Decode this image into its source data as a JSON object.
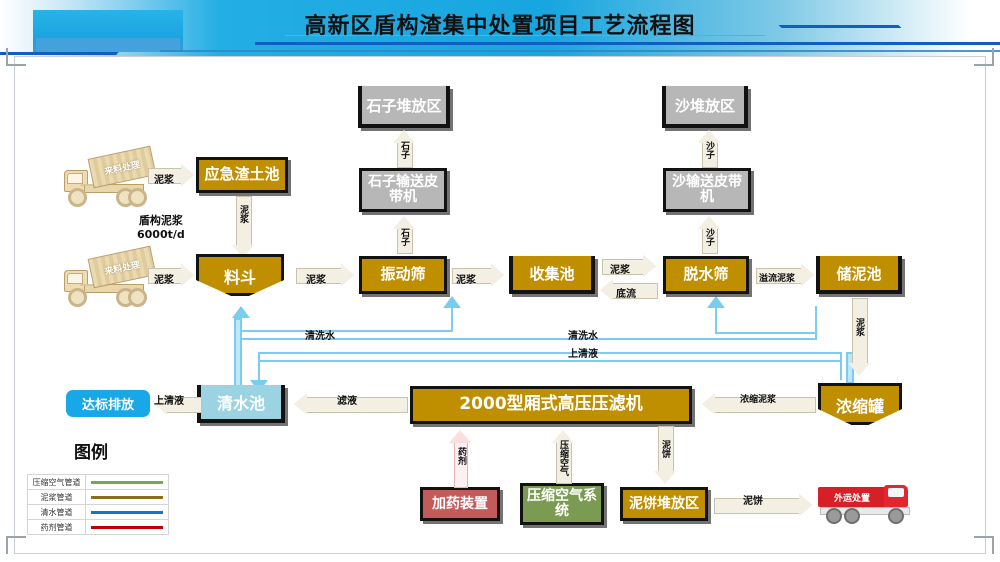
{
  "header": {
    "title": "高新区盾构渣集中处置项目工艺流程图"
  },
  "diagram": {
    "type": "process-flow",
    "nodes": [
      {
        "id": "truck1",
        "label": "来料处理",
        "kind": "truck-yellow"
      },
      {
        "id": "truck2",
        "label": "来料处理",
        "kind": "truck-yellow"
      },
      {
        "id": "emergency",
        "label": "应急渣土池",
        "kind": "tank-gold"
      },
      {
        "id": "hopper",
        "label": "料斗",
        "kind": "funnel-gold"
      },
      {
        "id": "vibscreen",
        "label": "振动筛",
        "kind": "box-gold"
      },
      {
        "id": "collectpool",
        "label": "收集池",
        "kind": "tank-gold"
      },
      {
        "id": "dewater",
        "label": "脱水筛",
        "kind": "box-gold"
      },
      {
        "id": "mudpool",
        "label": "储泥池",
        "kind": "tank-gold"
      },
      {
        "id": "stoneyard",
        "label": "石子堆放区",
        "kind": "tank-gray"
      },
      {
        "id": "stonebelt",
        "label": "石子输送皮带机",
        "kind": "box-gray"
      },
      {
        "id": "sandyard",
        "label": "沙堆放区",
        "kind": "tank-gray"
      },
      {
        "id": "sandbelt",
        "label": "沙输送皮带机",
        "kind": "box-gray"
      },
      {
        "id": "clearpool",
        "label": "清水池",
        "kind": "tank-lightblue"
      },
      {
        "id": "discharge",
        "label": "达标排放",
        "kind": "pill-blue"
      },
      {
        "id": "filterpress",
        "label": "2000型厢式高压压滤机",
        "kind": "box-gold"
      },
      {
        "id": "thickener",
        "label": "浓缩罐",
        "kind": "funnel-gold"
      },
      {
        "id": "dosing",
        "label": "加药装置",
        "kind": "box-red"
      },
      {
        "id": "airsystem",
        "label": "压缩空气系统",
        "kind": "box-green"
      },
      {
        "id": "cakeyard",
        "label": "泥饼堆放区",
        "kind": "box-gold"
      },
      {
        "id": "outtruck",
        "label": "外运处置",
        "kind": "truck-red"
      }
    ],
    "annotations": {
      "feed_rate": "盾构泥浆\n6000t/d",
      "feed_rate_line1": "盾构泥浆",
      "feed_rate_line2": "6000t/d"
    },
    "edges": [
      {
        "from": "truck1",
        "to": "emergency",
        "label": "泥浆",
        "pipe": "slurry"
      },
      {
        "from": "truck2",
        "to": "hopper",
        "label": "泥浆",
        "pipe": "slurry"
      },
      {
        "from": "emergency",
        "to": "hopper",
        "label": "泥浆",
        "pipe": "slurry"
      },
      {
        "from": "hopper",
        "to": "vibscreen",
        "label": "泥浆",
        "pipe": "slurry"
      },
      {
        "from": "vibscreen",
        "to": "stonebelt",
        "label": "石子",
        "pipe": "solid"
      },
      {
        "from": "stonebelt",
        "to": "stoneyard",
        "label": "石子",
        "pipe": "solid"
      },
      {
        "from": "vibscreen",
        "to": "collectpool",
        "label": "泥浆",
        "pipe": "slurry"
      },
      {
        "from": "collectpool",
        "to": "dewater",
        "label": "泥浆",
        "pipe": "slurry"
      },
      {
        "from": "dewater",
        "to": "collectpool",
        "label": "底流",
        "pipe": "slurry"
      },
      {
        "from": "dewater",
        "to": "sandbelt",
        "label": "沙子",
        "pipe": "solid"
      },
      {
        "from": "sandbelt",
        "to": "sandyard",
        "label": "沙子",
        "pipe": "solid"
      },
      {
        "from": "dewater",
        "to": "mudpool",
        "label": "溢流泥浆",
        "pipe": "slurry"
      },
      {
        "from": "mudpool",
        "to": "thickener",
        "label": "泥浆",
        "pipe": "slurry"
      },
      {
        "from": "thickener",
        "to": "filterpress",
        "label": "浓缩泥浆",
        "pipe": "slurry"
      },
      {
        "from": "filterpress",
        "to": "clearpool",
        "label": "滤液",
        "pipe": "water"
      },
      {
        "from": "clearpool",
        "to": "discharge",
        "label": "上清液",
        "pipe": "water"
      },
      {
        "from": "clearpool",
        "to": "hopper",
        "label": "清洗水",
        "pipe": "water"
      },
      {
        "from": "clearpool",
        "to": "vibscreen",
        "label": "清洗水",
        "pipe": "water"
      },
      {
        "from": "clearpool",
        "to": "dewater",
        "label": "清洗水",
        "pipe": "water"
      },
      {
        "from": "thickener",
        "to": "clearpool",
        "label": "上清液",
        "pipe": "water"
      },
      {
        "from": "dosing",
        "to": "filterpress",
        "label": "药剂",
        "pipe": "chemical"
      },
      {
        "from": "airsystem",
        "to": "filterpress",
        "label": "压缩空气",
        "pipe": "air"
      },
      {
        "from": "filterpress",
        "to": "cakeyard",
        "label": "泥饼",
        "pipe": "solid"
      },
      {
        "from": "cakeyard",
        "to": "outtruck",
        "label": "泥饼",
        "pipe": "solid"
      }
    ],
    "edge_labels": {
      "slurry": "泥浆",
      "stone": "石子",
      "sand": "沙子",
      "underflow": "底流",
      "overflow_slurry": "溢流泥浆",
      "thick_slurry": "浓缩泥浆",
      "filtrate": "滤液",
      "supernatant": "上清液",
      "washwater": "清洗水",
      "chemical": "药剂",
      "compressed_air": "压缩空气",
      "filter_cake": "泥饼"
    }
  },
  "legend": {
    "title": "图例",
    "rows": [
      {
        "label": "压缩空气管道",
        "color": "#7aa74b"
      },
      {
        "label": "泥浆管道",
        "color": "#8a6d1f"
      },
      {
        "label": "清水管道",
        "color": "#1f6fc4"
      },
      {
        "label": "药剂管道",
        "color": "#c00000"
      }
    ]
  },
  "colors": {
    "gold": "#bf8f00",
    "gray": "#b7b7b7",
    "light_blue": "#9bd3e3",
    "accent_blue": "#18a8e8",
    "red": "#c55a5a",
    "green": "#7b9b52",
    "pipe_blue": "#79cdee",
    "header_blue": "#1ba3e0"
  }
}
